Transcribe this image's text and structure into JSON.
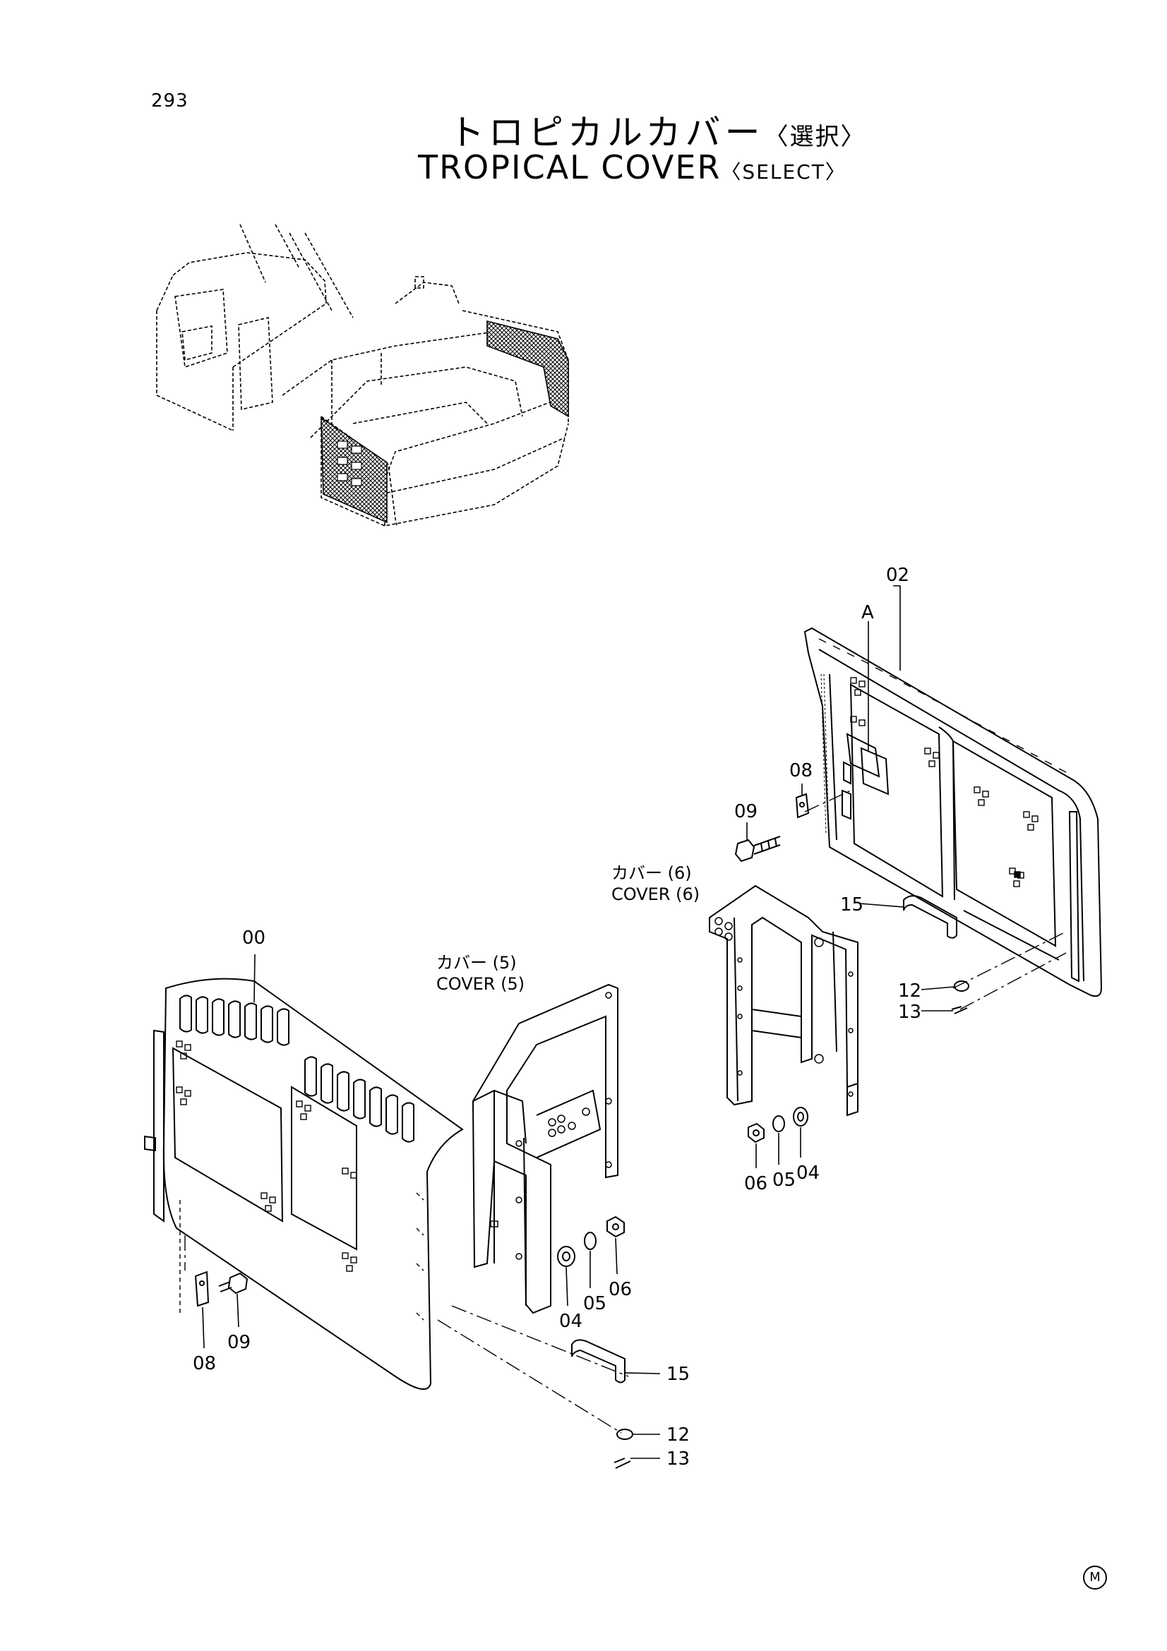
{
  "page": {
    "number": "293"
  },
  "title": {
    "jp_main": "トロピカルカバー",
    "jp_select": "〈選択〉",
    "en_main": "TROPICAL  COVER",
    "en_select": "〈SELECT〉"
  },
  "callouts": {
    "c00": "00",
    "c02": "02",
    "cA": "A",
    "c08_top": "08",
    "c09_top": "09",
    "c15_top": "15",
    "c12_top": "12",
    "c13_top": "13",
    "c06_top": "06",
    "c05_top": "05",
    "c04_top": "04",
    "c04_bot": "04",
    "c05_bot": "05",
    "c06_bot": "06",
    "c08_bot": "08",
    "c09_bot": "09",
    "c15_bot": "15",
    "c12_bot": "12",
    "c13_bot": "13"
  },
  "captions": {
    "cover6_jp": "カバー (6)",
    "cover6_en": "COVER (6)",
    "cover5_jp": "カバー (5)",
    "cover5_en": "COVER (5)"
  },
  "mark": "M"
}
